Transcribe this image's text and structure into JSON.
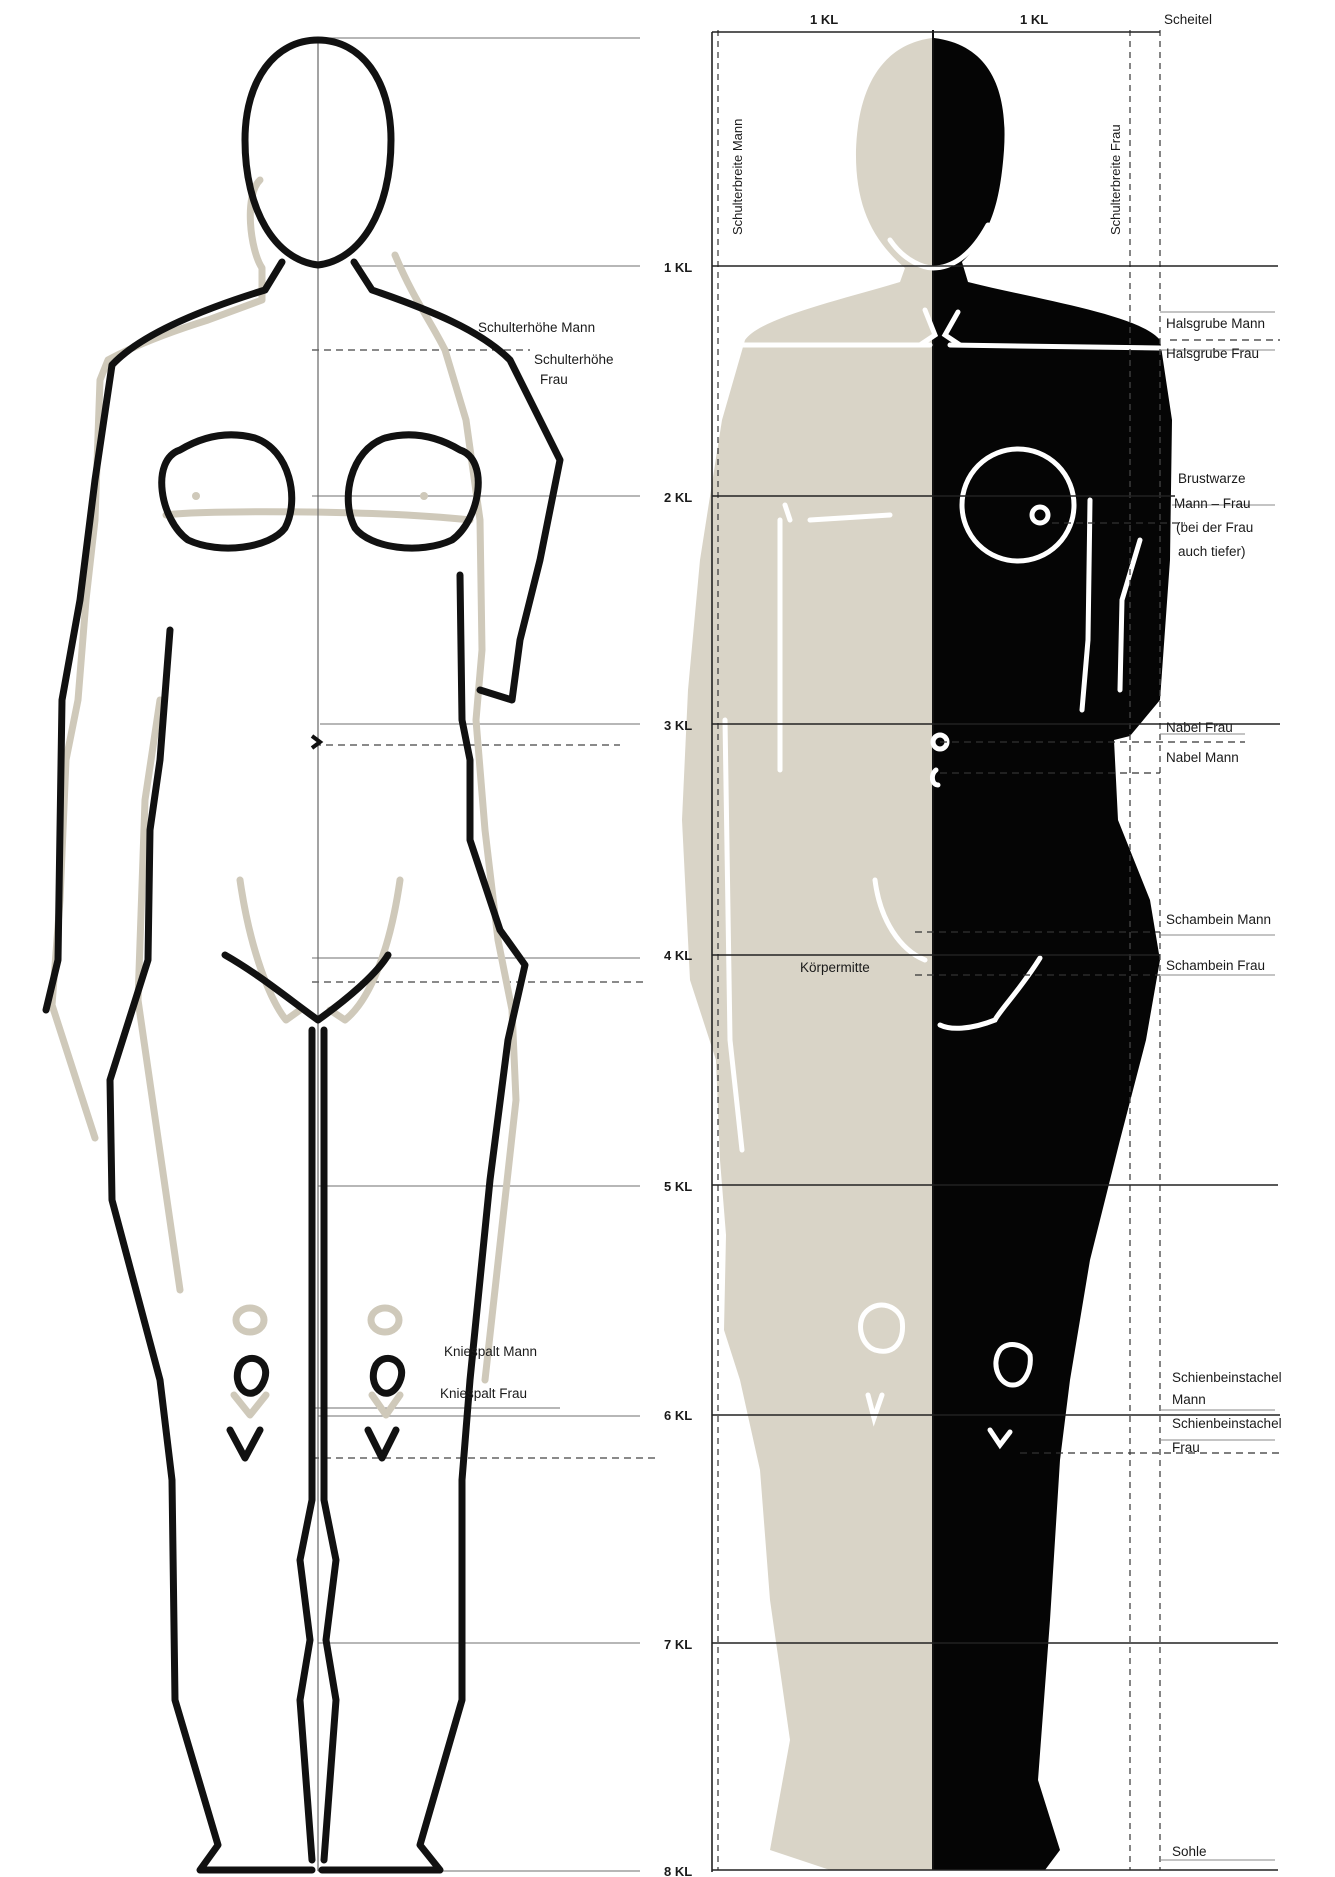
{
  "colors": {
    "paper": "#ffffff",
    "ink": "#111111",
    "beige": "#d9d4c7",
    "beige_line": "#cfc9ba",
    "guide": "#888888",
    "female_fill": "#050505"
  },
  "top_units": {
    "left": "1 KL",
    "right": "1 KL"
  },
  "kl_marks": [
    "1 KL",
    "2 KL",
    "3 KL",
    "4 KL",
    "5 KL",
    "6 KL",
    "7 KL",
    "8 KL"
  ],
  "vertical_labels": {
    "shoulder_width_man": "Schulterbreite Mann",
    "shoulder_width_woman": "Schulterbreite Frau"
  },
  "left_labels": {
    "shoulder_man": "Schulterhöhe Mann",
    "shoulder_woman_1": "Schulterhöhe",
    "shoulder_woman_2": "Frau",
    "knee_man": "Kniespalt Mann",
    "knee_woman": "Kniespalt Frau"
  },
  "center_label": "Körpermitte",
  "right_labels": {
    "crown": "Scheitel",
    "jugular_man": "Halsgrube Mann",
    "jugular_woman": "Halsgrube Frau",
    "nipple_1": "Brustwarze",
    "nipple_2": "Mann – Frau",
    "nipple_3": "(bei der Frau",
    "nipple_4": "auch tiefer)",
    "navel_woman": "Nabel Frau",
    "navel_man": "Nabel Mann",
    "pubis_man": "Schambein Mann",
    "pubis_woman": "Schambein Frau",
    "tibia_man_1": "Schienbeinstachel",
    "tibia_man_2": "Mann",
    "tibia_woman_1": "Schienbeinstachel",
    "tibia_woman_2": "Frau",
    "sole": "Sohle"
  }
}
